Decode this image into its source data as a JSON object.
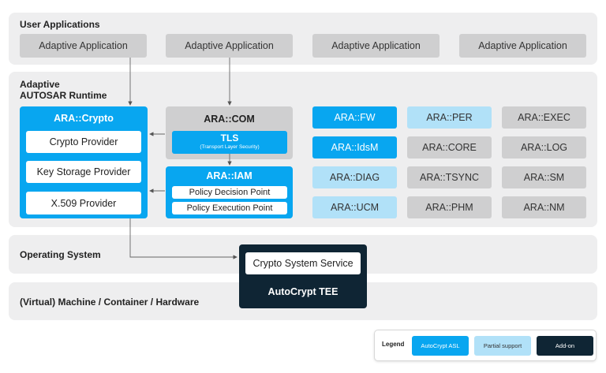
{
  "user_apps": {
    "title": "User Applications",
    "apps": [
      "Adaptive Application",
      "Adaptive Application",
      "Adaptive Application",
      "Adaptive Application"
    ]
  },
  "runtime": {
    "title_line1": "Adaptive",
    "title_line2": "AUTOSAR Runtime",
    "crypto": {
      "title": "ARA::Crypto",
      "providers": [
        "Crypto Provider",
        "Key Storage Provider",
        "X.509 Provider"
      ]
    },
    "com": {
      "title": "ARA::COM",
      "tls_title": "TLS",
      "tls_sub": "(Transport Layer Security)"
    },
    "iam": {
      "title": "ARA::IAM",
      "points": [
        "Policy Decision Point",
        "Policy Execution Point"
      ]
    },
    "modules": [
      {
        "label": "ARA::FW",
        "kind": "asl"
      },
      {
        "label": "ARA::PER",
        "kind": "partial"
      },
      {
        "label": "ARA::EXEC",
        "kind": "none"
      },
      {
        "label": "ARA::IdsM",
        "kind": "asl"
      },
      {
        "label": "ARA::CORE",
        "kind": "none"
      },
      {
        "label": "ARA::LOG",
        "kind": "none"
      },
      {
        "label": "ARA::DIAG",
        "kind": "partial"
      },
      {
        "label": "ARA::TSYNC",
        "kind": "none"
      },
      {
        "label": "ARA::SM",
        "kind": "none"
      },
      {
        "label": "ARA::UCM",
        "kind": "partial"
      },
      {
        "label": "ARA::PHM",
        "kind": "none"
      },
      {
        "label": "ARA::NM",
        "kind": "none"
      }
    ]
  },
  "os": {
    "title": "Operating System"
  },
  "tee": {
    "service": "Crypto System Service",
    "title": "AutoCrypt TEE"
  },
  "machine": {
    "title": "(Virtual) Machine / Container / Hardware"
  },
  "legend": {
    "title": "Legend",
    "asl": "AutoCrypt ASL",
    "partial": "Partial support",
    "addon": "Add-on"
  },
  "colors": {
    "asl": "#08a6f0",
    "partial": "#b1e1f8",
    "addon": "#0f2534",
    "grey": "#cfcfd0",
    "layer": "#eeeeef"
  }
}
